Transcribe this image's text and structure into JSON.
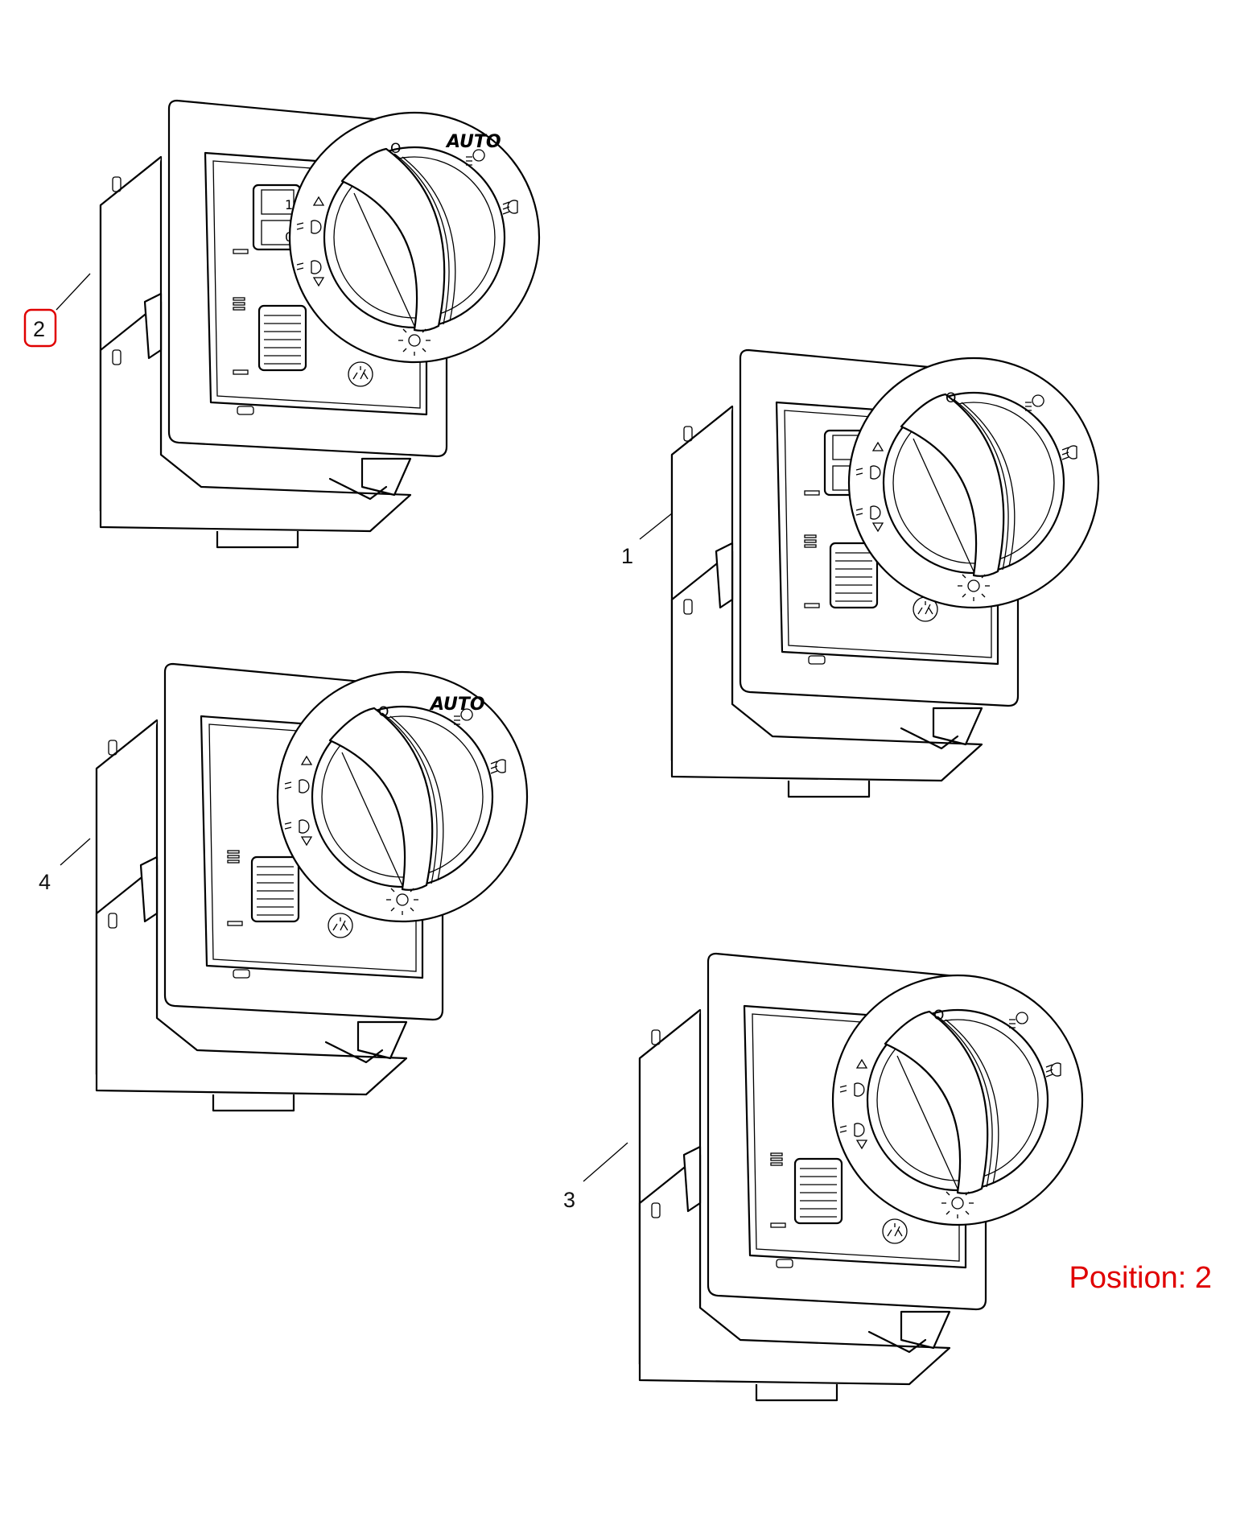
{
  "callouts": [
    {
      "id": "2",
      "label": "2",
      "highlighted": true
    },
    {
      "id": "1",
      "label": "1",
      "highlighted": false
    },
    {
      "id": "4",
      "label": "4",
      "highlighted": false
    },
    {
      "id": "3",
      "label": "3",
      "highlighted": false
    }
  ],
  "switch_labels": {
    "auto": "AUTO",
    "off": "O",
    "one": "1",
    "zero": "0"
  },
  "position": {
    "text": "Position: 2",
    "color": "#e00000"
  },
  "highlight_color": "#e00000"
}
